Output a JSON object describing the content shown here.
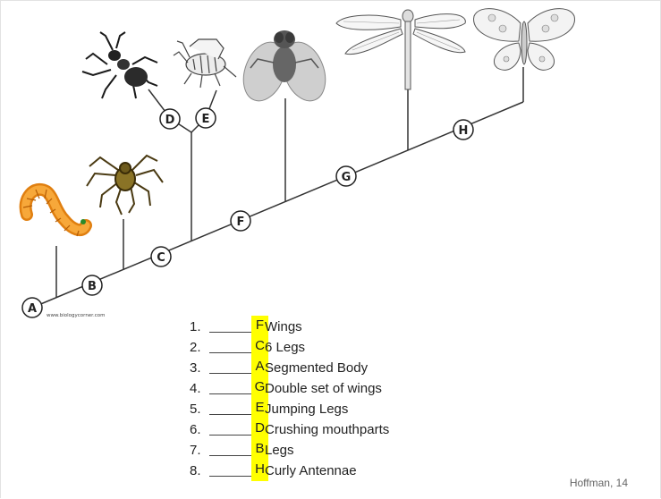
{
  "clade_nodes": [
    "A",
    "B",
    "C",
    "D",
    "E",
    "F",
    "G",
    "H"
  ],
  "organisms": [
    "caterpillar",
    "spider",
    "ant",
    "grasshopper",
    "fly",
    "dragonfly",
    "butterfly"
  ],
  "source_credit": "www.biologycorner.com",
  "key": [
    {
      "number": "1.",
      "answer": "F",
      "trait": "Wings"
    },
    {
      "number": "2.",
      "answer": "C",
      "trait": "6 Legs"
    },
    {
      "number": "3.",
      "answer": "A",
      "trait": "Segmented Body"
    },
    {
      "number": "4.",
      "answer": "G",
      "trait": "Double set of wings"
    },
    {
      "number": "5.",
      "answer": "E",
      "trait": "Jumping Legs"
    },
    {
      "number": "6.",
      "answer": "D",
      "trait": "Crushing mouthparts"
    },
    {
      "number": "7.",
      "answer": "B",
      "trait": "Legs"
    },
    {
      "number": "8.",
      "answer": "H",
      "trait": "Curly Antennae"
    }
  ],
  "signature": "Hoffman, 14",
  "colors": {
    "highlight": "#ffff00",
    "line": "#333333"
  }
}
